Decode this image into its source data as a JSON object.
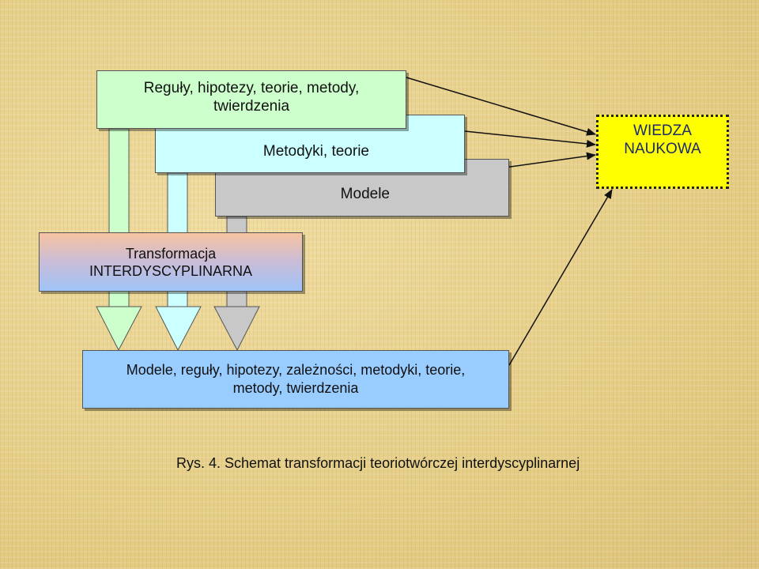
{
  "boxes": {
    "reguly": [
      "Reguły, hipotezy, teorie, metody,",
      "twierdzenia"
    ],
    "metodyki": "Metodyki, teorie",
    "modele": "Modele",
    "transformacja": [
      "Transformacja",
      "INTERDYSCYPLINARNA"
    ],
    "wynik": [
      "Modele, reguły, hipotezy, zależności, metodyki, teorie,",
      "metody, twierdzenia"
    ],
    "wiedza": [
      "WIEDZA",
      "NAUKOWA"
    ]
  },
  "caption": "Rys. 4. Schemat transformacji teoriotwórczej interdyscyplinarnej",
  "colors": {
    "reguly": "#ccffcc",
    "metodyki": "#ccffff",
    "modele": "#c8c8c8",
    "wynik": "#99ccff",
    "wiedza": "#ffff00"
  }
}
